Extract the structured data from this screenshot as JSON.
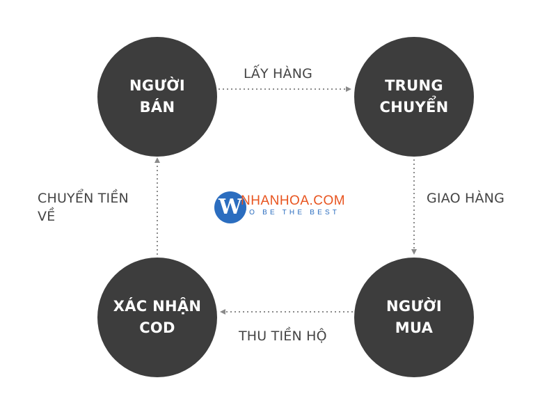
{
  "nodes": {
    "seller": {
      "line1": "NGƯỜI",
      "line2": "BÁN"
    },
    "hub": {
      "line1": "TRUNG",
      "line2": "CHUYỂN"
    },
    "buyer": {
      "line1": "NGƯỜI",
      "line2": "MUA"
    },
    "cod": {
      "line1": "XÁC NHẬN",
      "line2": "COD"
    }
  },
  "edges": {
    "seller_to_hub": "LẤY HÀNG",
    "hub_to_buyer": "GIAO HÀNG",
    "buyer_to_cod": "THU TIỀN HỘ",
    "cod_to_seller": {
      "line1": "CHUYỂN TIỀN",
      "line2": "VỀ"
    }
  },
  "logo": {
    "mark": "W",
    "name": "NHANHOA.COM",
    "tagline": "TO BE THE BEST"
  },
  "colors": {
    "node_fill": "#3d3d3d",
    "node_text": "#ffffff",
    "label_text": "#444444",
    "connector": "#8a8a8a",
    "logo_blue": "#2b6dbf",
    "logo_orange": "#e8541f"
  }
}
